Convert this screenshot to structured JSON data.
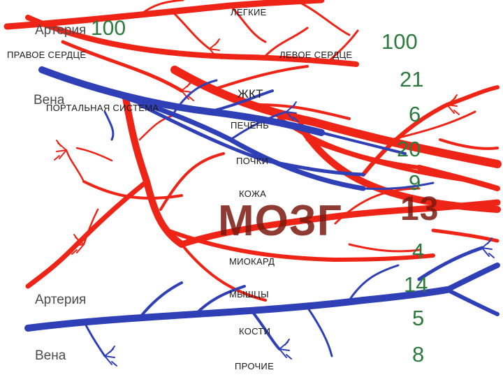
{
  "colors": {
    "artery": "#ee2417",
    "vein": "#2f3fb5",
    "label_text": "#1a1a1a",
    "number_text": "#2c7a3e",
    "brain_text": "#7a1a10"
  },
  "labels": {
    "artery_top": "Артерия",
    "vein_top": "Вена",
    "artery_bottom": "Артерия",
    "vein_bottom": "Вена",
    "right_heart": "ПРАВОЕ СЕРДЦЕ",
    "left_heart": "ЛЕВОЕ СЕРДЦЕ",
    "portal_system": "ПОРТАЛЬНАЯ СИСТЕМА"
  },
  "organs": {
    "lungs": "ЛЕГКИЕ",
    "gi_tract": "ЖКТ",
    "liver": "ПЕЧЕНЬ",
    "kidneys": "ПОЧКИ",
    "skin": "КОЖА",
    "brain": "МОЗГ",
    "myocardium": "МИОКАРД",
    "muscles": "МЫШЦЫ",
    "bones": "КОСТИ",
    "other": "ПРОЧИЕ"
  },
  "values": {
    "right_heart": "100",
    "left_heart": "100",
    "gi_tract": "21",
    "liver": "6",
    "kidneys": "20",
    "skin": "9",
    "brain": "13",
    "myocardium": "4",
    "muscles": "14",
    "bones": "5",
    "other": "8"
  }
}
